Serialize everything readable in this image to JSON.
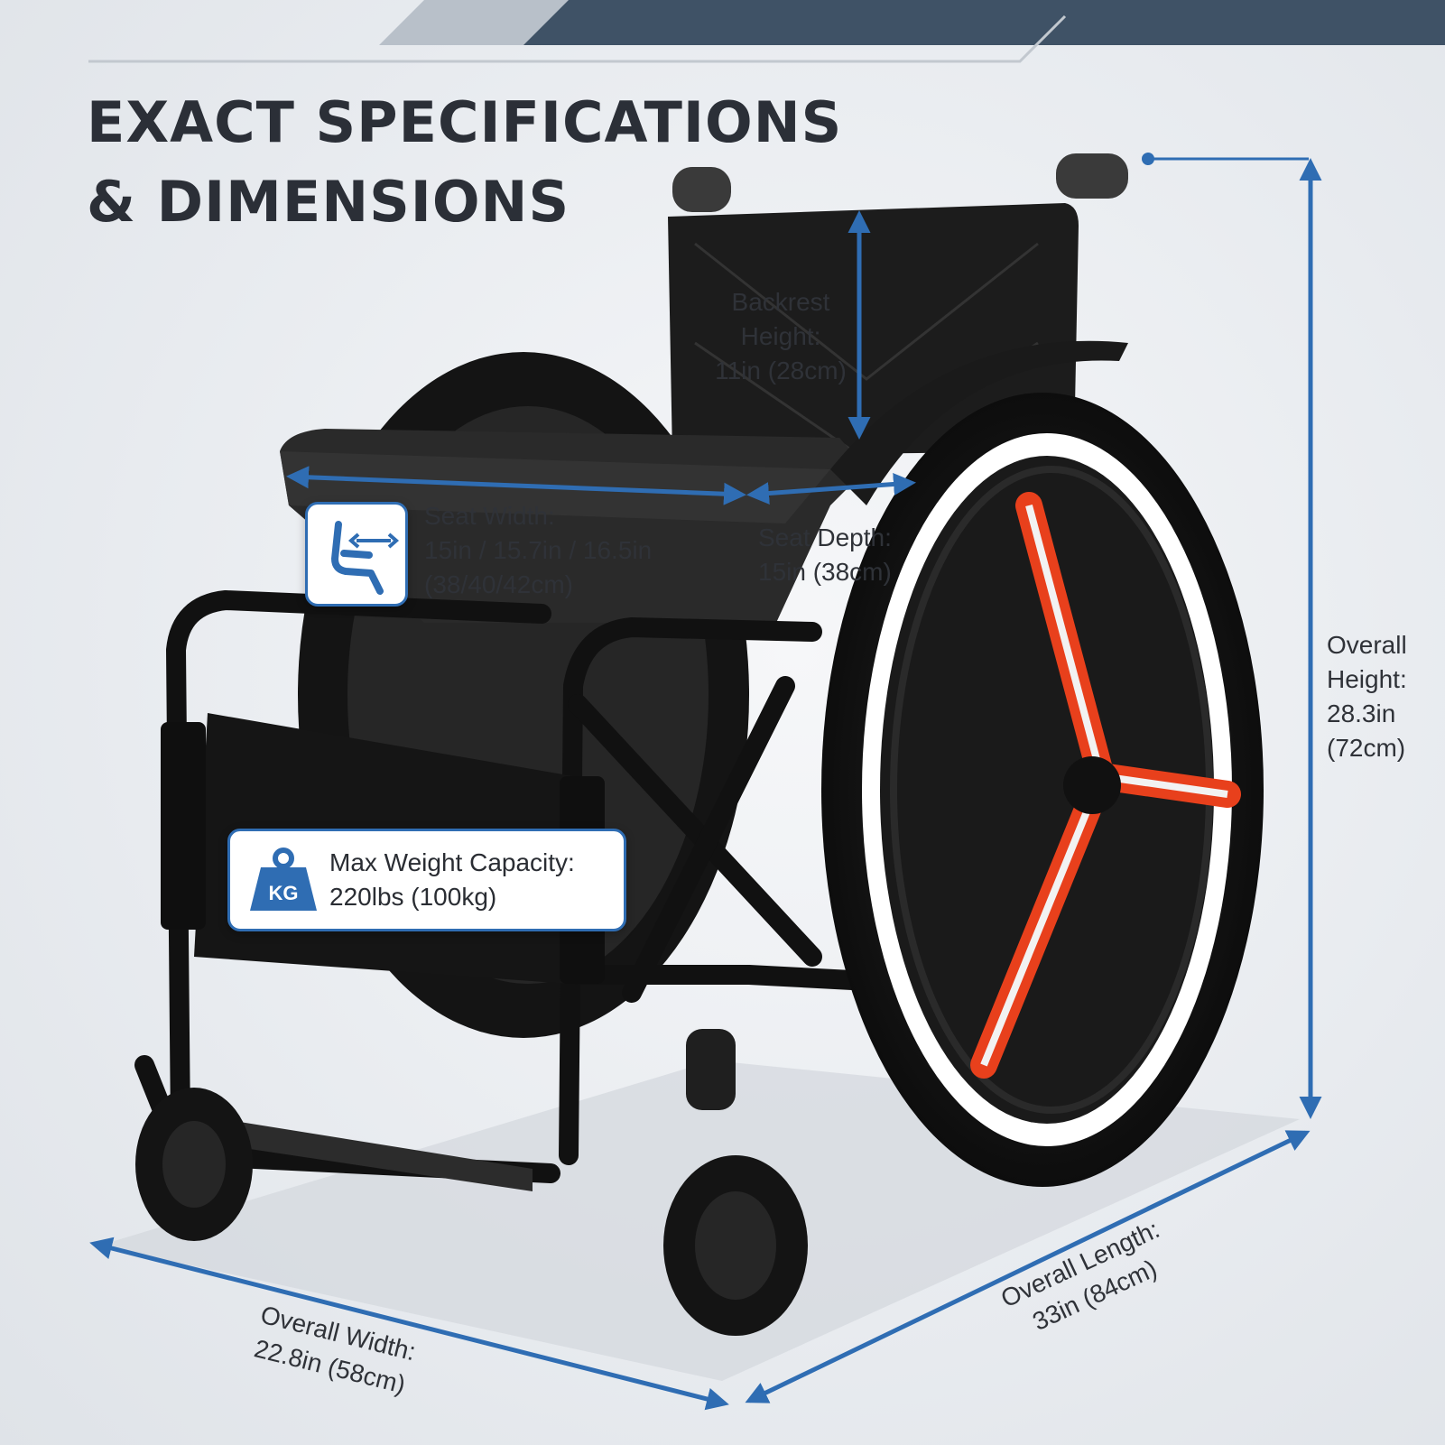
{
  "header": {
    "title_line1": "EXACT SPECIFICATIONS",
    "title_line2": "& DIMENSIONS"
  },
  "specs": {
    "backrest": {
      "line1": "Backrest",
      "line2": "Height:",
      "line3": "11in (28cm)"
    },
    "seat_width": {
      "line1": "Seat Width:",
      "line2": "15in / 15.7in / 16.5in",
      "line3": "(38/40/42cm)"
    },
    "seat_depth": {
      "line1": "Seat Depth:",
      "line2": "15in (38cm)"
    },
    "overall_height": {
      "line1": "Overall",
      "line2": "Height:",
      "line3": "28.3in",
      "line4": "(72cm)"
    },
    "max_weight": {
      "line1": "Max Weight Capacity:",
      "line2": "220lbs (100kg)",
      "icon_text": "KG"
    },
    "overall_width": {
      "line1": "Overall Width:",
      "line2": "22.8in (58cm)"
    },
    "overall_length": {
      "line1": "Overall Length:",
      "line2": "33in (84cm)"
    }
  },
  "icons": {
    "seat": "seat-width-icon",
    "weight": "weight-kg-icon"
  },
  "colors": {
    "accent": "#2f6db3",
    "title": "#2b2f37",
    "banner_dark": "#3f5266",
    "banner_light": "#a9b3be",
    "wheel_accent": "#e8401c"
  }
}
